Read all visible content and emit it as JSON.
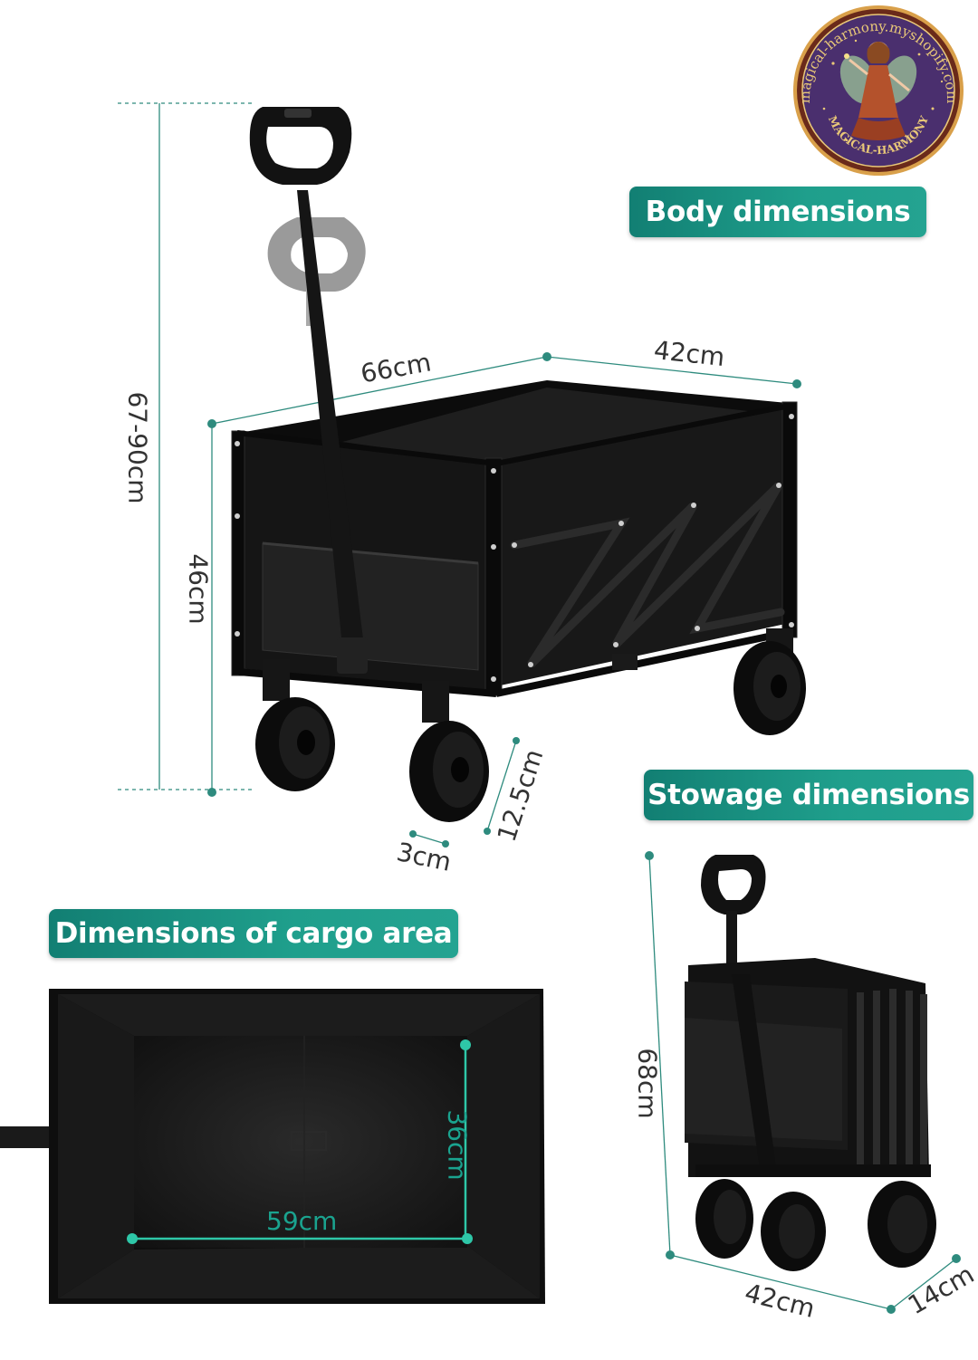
{
  "badge": {
    "top_text": "magical-harmony.myshopify.com",
    "bottom_text": "MAGICAL-HARMONY",
    "colors": {
      "ring": "#6a2a1a",
      "fill": "#4a2f6e",
      "gold": "#e9c878"
    }
  },
  "headings": {
    "body": "Body dimensions",
    "stowage": "Stowage dimensions",
    "cargo": "Dimensions of cargo area"
  },
  "body_dims": {
    "total_height": "67-90cm",
    "length": "66cm",
    "width": "42cm",
    "height": "46cm",
    "wheel_diameter": "12.5cm",
    "wheel_width": "3cm"
  },
  "stowage_dims": {
    "height": "68cm",
    "width": "42cm",
    "depth": "14cm"
  },
  "cargo_dims": {
    "length": "59cm",
    "width": "36cm"
  },
  "colors": {
    "accent": "#1f9f8c",
    "dim_line": "#2e8b7e",
    "wagon": "#111111"
  }
}
